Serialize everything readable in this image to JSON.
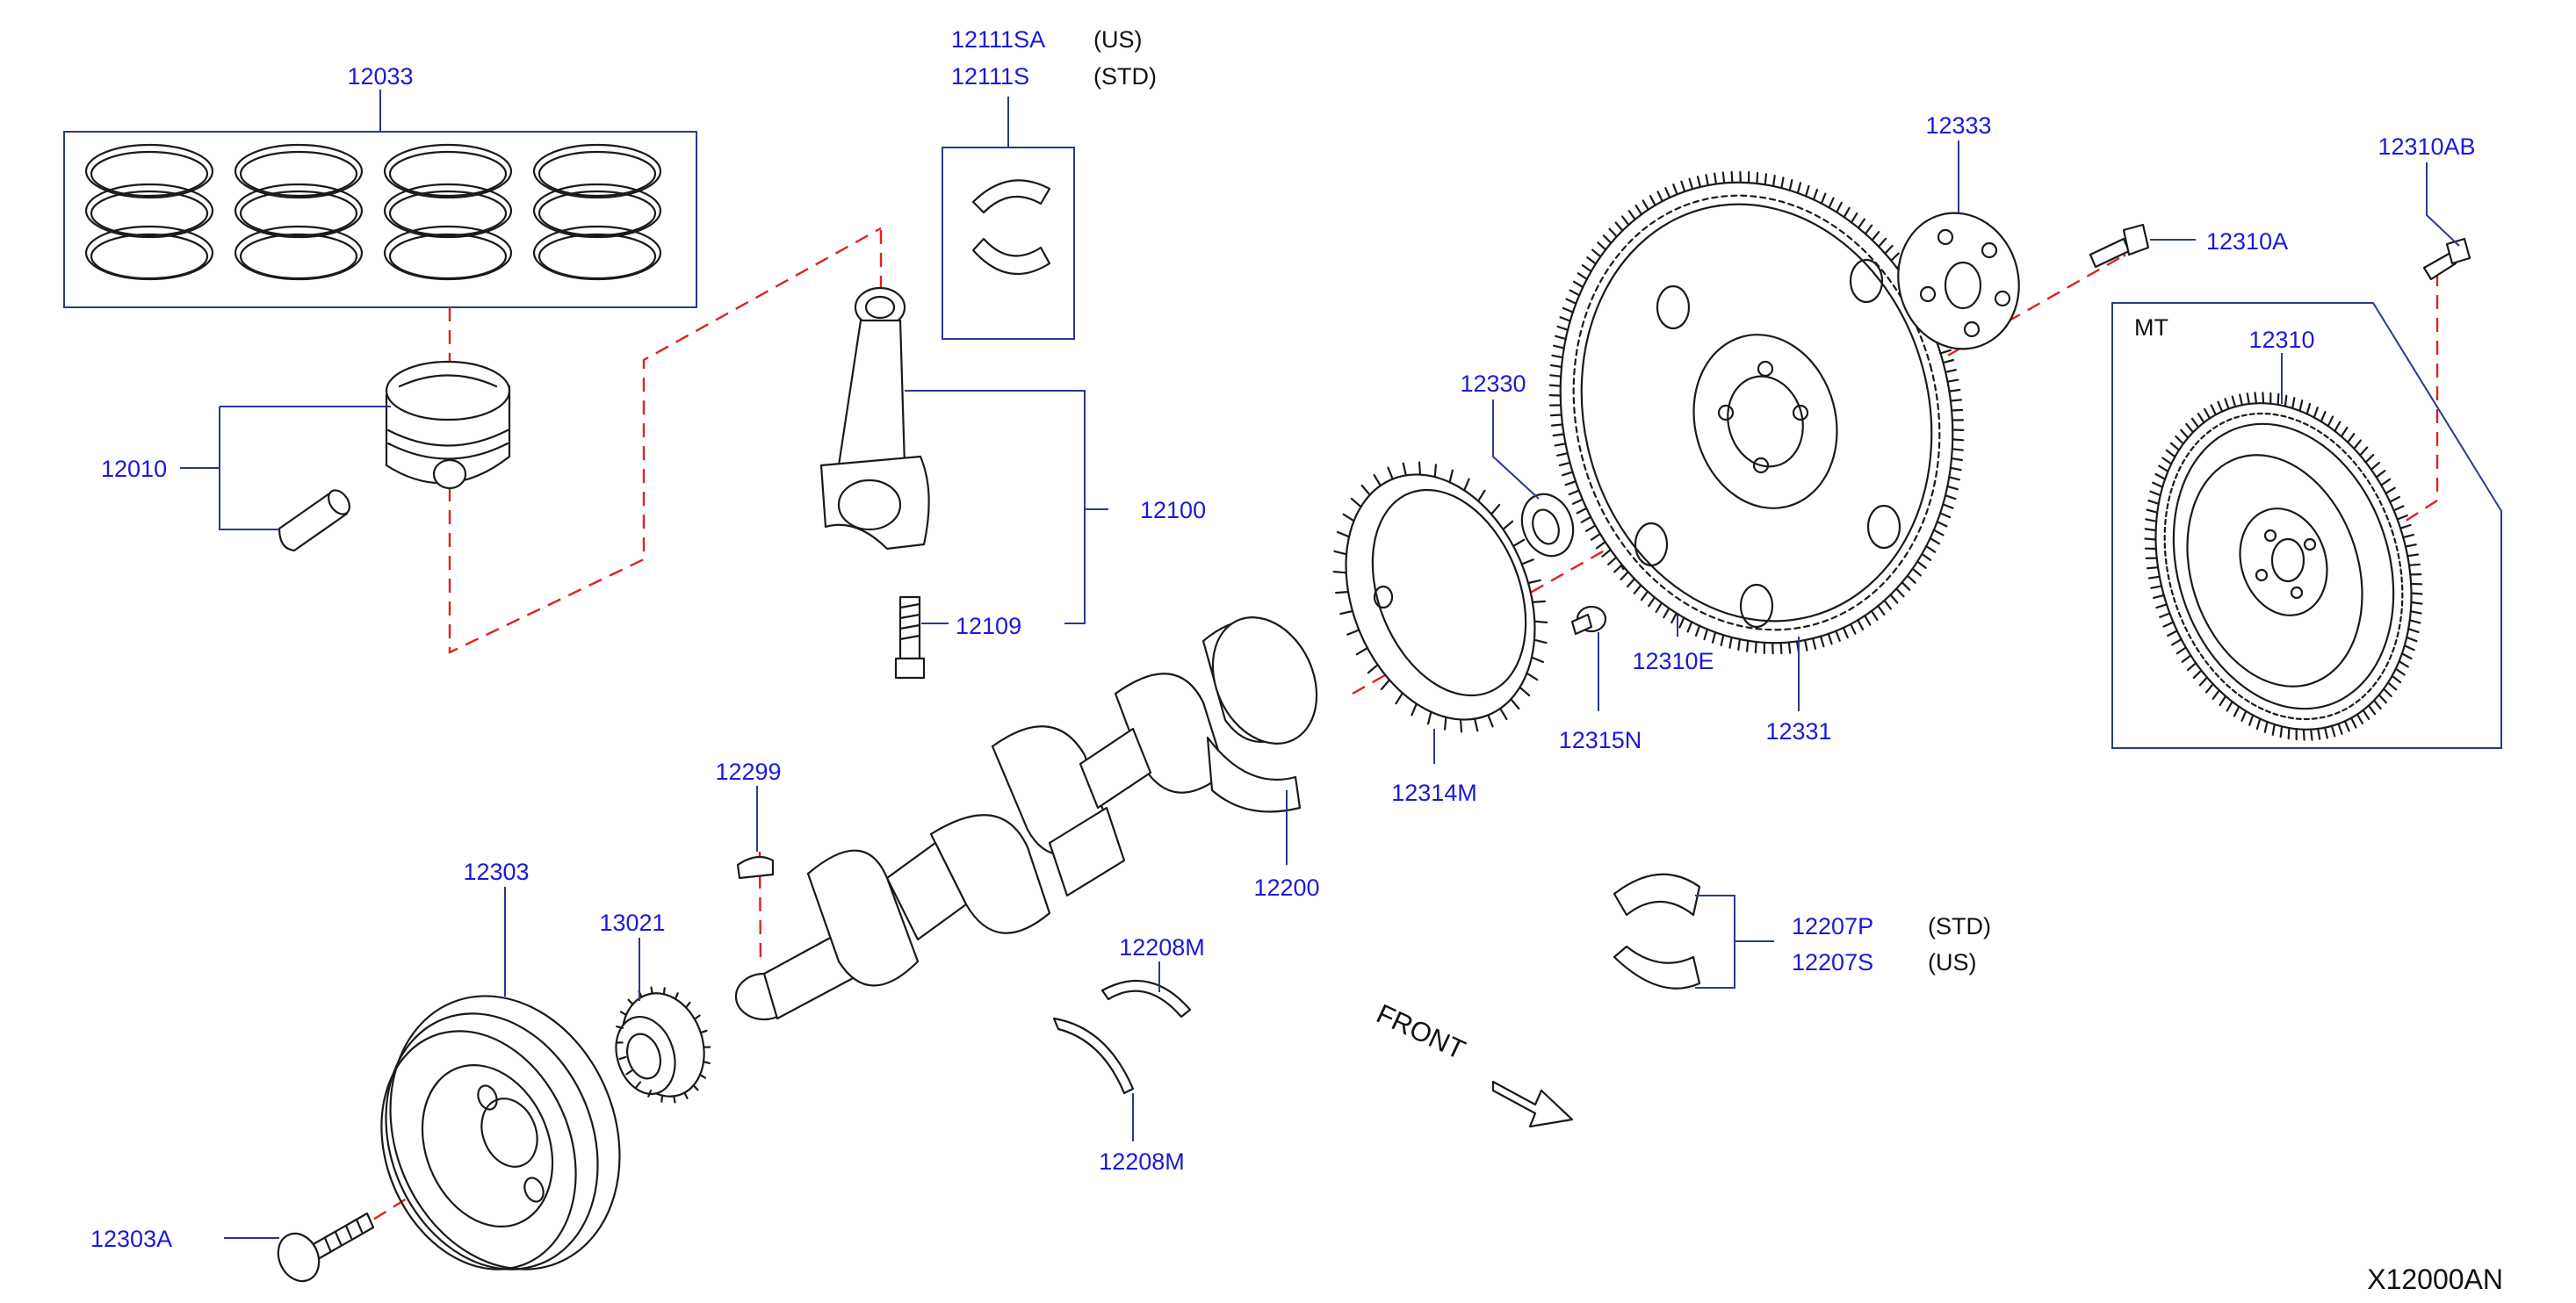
{
  "diagram": {
    "code": "X12000AN",
    "direction_label": "FRONT",
    "variant_label": "MT"
  },
  "parts": {
    "p12033": "12033",
    "p12010": "12010",
    "p12111SA": "12111SA",
    "p12111SA_note": "(US)",
    "p12111S": "12111S",
    "p12111S_note": "(STD)",
    "p12100": "12100",
    "p12109": "12109",
    "p12333": "12333",
    "p12310AB": "12310AB",
    "p12310A": "12310A",
    "p12310": "12310",
    "p12330": "12330",
    "p12310E": "12310E",
    "p12315N": "12315N",
    "p12331": "12331",
    "p12314M": "12314M",
    "p12299": "12299",
    "p12200": "12200",
    "p12303": "12303",
    "p13021": "13021",
    "p12208M_top": "12208M",
    "p12208M_bottom": "12208M",
    "p12207P": "12207P",
    "p12207P_note": "(STD)",
    "p12207S": "12207S",
    "p12207S_note": "(US)",
    "p12303A": "12303A"
  },
  "colors": {
    "label": "#1a1ad8",
    "frame": "#2a3a8c",
    "axis": "#e02020",
    "ink": "#1a1a1a"
  }
}
